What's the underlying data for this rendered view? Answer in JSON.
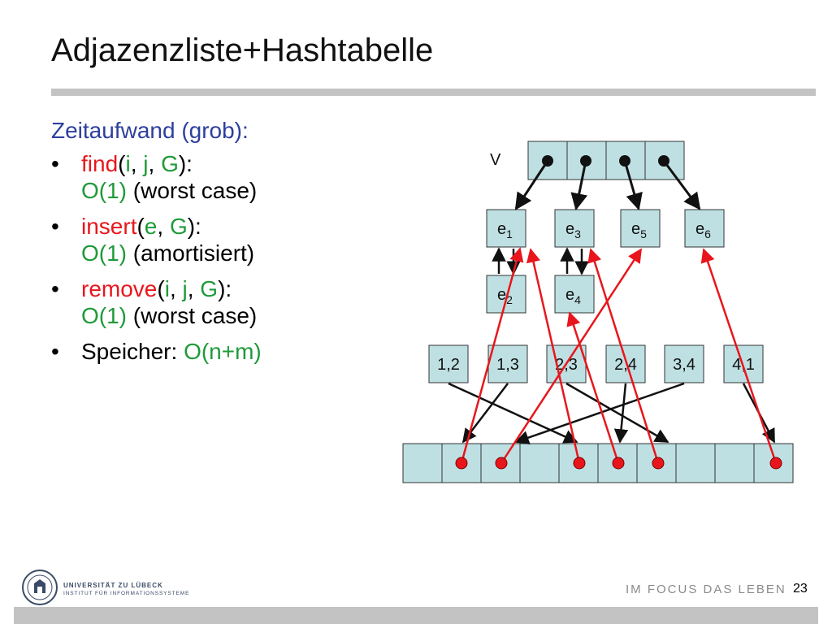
{
  "slide": {
    "title": "Adjazenzliste+Hashtabelle",
    "subtitle": "Zeitaufwand (grob):",
    "bullets": [
      {
        "op": "find",
        "open": "(",
        "args": [
          "i",
          "j",
          "G"
        ],
        "close": "):",
        "complexity": "O(1)",
        "note": "(worst case)"
      },
      {
        "op": "insert",
        "open": "(",
        "args": [
          "e",
          "G"
        ],
        "close": "):",
        "complexity": "O(1)",
        "note": "(amortisiert)"
      },
      {
        "op": "remove",
        "open": "(",
        "args": [
          "i",
          "j",
          "G"
        ],
        "close": "):",
        "complexity": "O(1)",
        "note": "(worst case)"
      }
    ],
    "memory": {
      "label": "Speicher:",
      "value": "O(n+m)"
    },
    "bullet_symbol": "•",
    "page_number": "23"
  },
  "diagram": {
    "v_label": "V",
    "edge_nodes": [
      "e1",
      "e3",
      "e5",
      "e6",
      "e2",
      "e4"
    ],
    "pair_labels": [
      "1,2",
      "1,3",
      "2,3",
      "2,4",
      "3,4",
      "4,1"
    ],
    "hash_cell_count": 10,
    "colors": {
      "box_fill": "#bfe0e3",
      "red": "#e8161c",
      "black": "#111111"
    }
  },
  "footer": {
    "university": "UNIVERSITÄT ZU LÜBECK",
    "institute": "INSTITUT FÜR INFORMATIONSSYSTEME",
    "slogan": "IM FOCUS DAS LEBEN",
    "logo_icon": "university-seal-icon"
  }
}
